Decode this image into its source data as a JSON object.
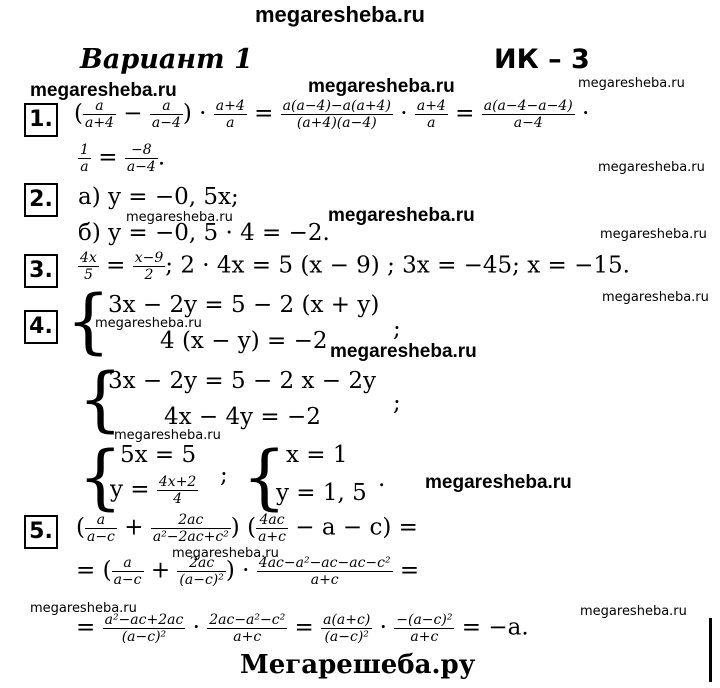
{
  "watermarks": {
    "top": "megaresheba.ru",
    "small": "megaresheba.ru",
    "medium": "megaresheba.ru",
    "footer": "Мегарешеба.ру"
  },
  "header": {
    "variant": "Вариант 1",
    "code": "ИК – 3"
  },
  "problems": {
    "p1": {
      "num": "1.",
      "line1": {
        "f1": {
          "n": "a",
          "d": "a+4"
        },
        "minus": "−",
        "f2": {
          "n": "a",
          "d": "a−4"
        },
        "dot": "·",
        "f3": {
          "n": "a+4",
          "d": "a"
        },
        "eq1": "=",
        "f4": {
          "n": "a(a−4)−a(a+4)",
          "d": "(a+4)(a−4)"
        },
        "dot2": "·",
        "f5": {
          "n": "a+4",
          "d": "a"
        },
        "eq2": "=",
        "f6": {
          "n": "a(a−4−a−4)",
          "d": "a−4"
        },
        "tail": "·"
      },
      "line2": {
        "f1": {
          "n": "1",
          "d": "a"
        },
        "eq": "=",
        "f2": {
          "n": "−8",
          "d": "a−4"
        },
        "tail": "."
      }
    },
    "p2": {
      "num": "2.",
      "a": "а)  y = −0, 5x;",
      "b": "б)  y = −0, 5 · 4 = −2."
    },
    "p3": {
      "num": "3.",
      "f1": {
        "n": "4x",
        "d": "5"
      },
      "eq": "=",
      "f2": {
        "n": "x−9",
        "d": "2"
      },
      "rest": "; 2 · 4x = 5 (x − 9) ; 3x = −45; x = −15."
    },
    "p4": {
      "num": "4.",
      "s1a": "3x − 2y = 5 − 2 (x + y)",
      "s1b": "4 (x − y) = −2",
      "s1sep": ";",
      "s2a": "3x − 2y = 5 − 2 x − 2y",
      "s2b": "4x − 4y = −2",
      "s2sep": ";",
      "s3a": "5x = 5",
      "s3b_pre": "y =",
      "s3b_f": {
        "n": "4x+2",
        "d": "4"
      },
      "s3sep": ";",
      "s4a": "x = 1",
      "s4b": "y = 1, 5",
      "s4sep": "."
    },
    "p5": {
      "num": "5.",
      "l1": {
        "f1": {
          "n": "a",
          "d": "a−c"
        },
        "plus": "+",
        "f2": {
          "n": "2ac",
          "d": "a²−2ac+c²"
        },
        "f3": {
          "n": "4ac",
          "d": "a+c"
        },
        "rest": "− a − c",
        "eq": "="
      },
      "l2": {
        "eq": "=",
        "f1": {
          "n": "a",
          "d": "a−c"
        },
        "plus": "+",
        "f2": {
          "n": "2ac",
          "d": "(a−c)²"
        },
        "dot": "·",
        "f3": {
          "n": "4ac−a²−ac−ac−c²",
          "d": "a+c"
        },
        "eq2": "="
      },
      "l3": {
        "eq": "=",
        "f1": {
          "n": "a²−ac+2ac",
          "d": "(a−c)²"
        },
        "dot": "·",
        "f2": {
          "n": "2ac−a²−c²",
          "d": "a+c"
        },
        "eq2": "=",
        "f3": {
          "n": "a(a+c)",
          "d": "(a−c)²"
        },
        "dot2": "·",
        "f4": {
          "n": "−(a−c)²",
          "d": "a+c"
        },
        "eq3": "=",
        "result": "−a."
      }
    }
  }
}
